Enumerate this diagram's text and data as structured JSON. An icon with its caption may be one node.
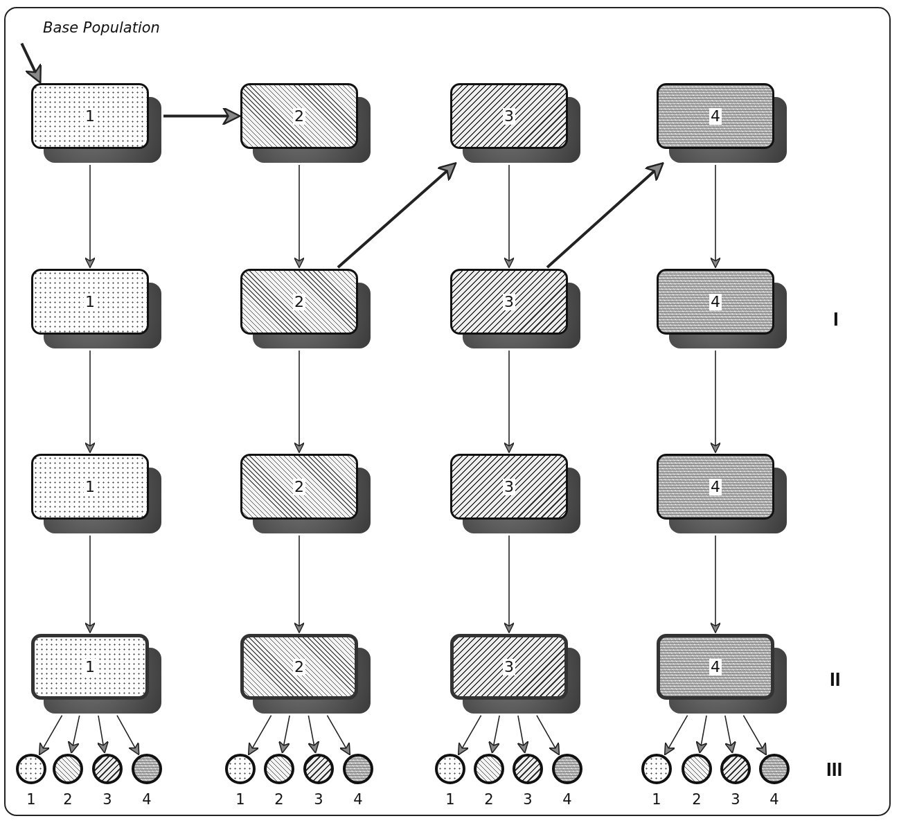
{
  "diagram": {
    "nodes": [
      {
        "text": [
          "Base Population"
        ]
      },
      {
        "text": [
          "1"
        ]
      },
      {
        "text": [
          "2"
        ]
      },
      {
        "text": [
          "3"
        ]
      },
      {
        "text": [
          "4"
        ]
      },
      {
        "text": [
          "1"
        ]
      },
      {
        "text": [
          "2"
        ]
      },
      {
        "text": [
          "3"
        ]
      },
      {
        "text": [
          "4"
        ]
      },
      {
        "text": [
          "1"
        ]
      },
      {
        "text": [
          "2"
        ]
      },
      {
        "text": [
          "3"
        ]
      },
      {
        "text": [
          "4"
        ]
      },
      {
        "text": [
          "1"
        ]
      },
      {
        "text": [
          "2"
        ]
      },
      {
        "text": [
          "3"
        ]
      },
      {
        "text": [
          "4"
        ]
      },
      {
        "text": [],
        "shape": "circle",
        "beside": [
          "1"
        ]
      },
      {
        "text": [],
        "shape": "circle",
        "beside": [
          "2"
        ]
      },
      {
        "text": [],
        "shape": "circle",
        "beside": [
          "3"
        ]
      },
      {
        "text": [],
        "shape": "circle",
        "beside": [
          "4"
        ]
      },
      {
        "text": [],
        "shape": "circle",
        "beside": [
          "1"
        ]
      },
      {
        "text": [],
        "shape": "circle",
        "beside": [
          "2"
        ]
      },
      {
        "text": [],
        "shape": "circle",
        "beside": [
          "3"
        ]
      },
      {
        "text": [],
        "shape": "circle",
        "beside": [
          "4"
        ]
      },
      {
        "text": [],
        "shape": "circle",
        "beside": [
          "1"
        ]
      },
      {
        "text": [],
        "shape": "circle",
        "beside": [
          "2"
        ]
      },
      {
        "text": [],
        "shape": "circle",
        "beside": [
          "3"
        ]
      },
      {
        "text": [],
        "shape": "circle",
        "beside": [
          "4"
        ]
      },
      {
        "text": [],
        "shape": "circle",
        "beside": [
          "1"
        ]
      },
      {
        "text": [],
        "shape": "circle",
        "beside": [
          "2"
        ]
      },
      {
        "text": [],
        "shape": "circle",
        "beside": [
          "3"
        ]
      },
      {
        "text": [],
        "shape": "circle",
        "beside": [
          "4"
        ]
      }
    ],
    "edges": [
      {
        "from": 0,
        "to": 1,
        "arrow": "to",
        "style": "thick"
      },
      {
        "from": 1,
        "to": 2,
        "arrow": "to",
        "style": "thick"
      },
      {
        "from": 6,
        "to": 3,
        "arrow": "to",
        "style": "thick"
      },
      {
        "from": 7,
        "to": 4,
        "arrow": "to",
        "style": "thick"
      },
      {
        "from": 1,
        "to": 5,
        "arrow": "to"
      },
      {
        "from": 2,
        "to": 6,
        "arrow": "to"
      },
      {
        "from": 3,
        "to": 7,
        "arrow": "to"
      },
      {
        "from": 4,
        "to": 8,
        "arrow": "to"
      },
      {
        "from": 5,
        "to": 9,
        "arrow": "to"
      },
      {
        "from": 6,
        "to": 10,
        "arrow": "to"
      },
      {
        "from": 7,
        "to": 11,
        "arrow": "to"
      },
      {
        "from": 8,
        "to": 12,
        "arrow": "to"
      },
      {
        "from": 9,
        "to": 13,
        "arrow": "to"
      },
      {
        "from": 10,
        "to": 14,
        "arrow": "to"
      },
      {
        "from": 11,
        "to": 15,
        "arrow": "to"
      },
      {
        "from": 12,
        "to": 16,
        "arrow": "to"
      },
      {
        "from": 13,
        "to": 17,
        "arrow": "to"
      },
      {
        "from": 13,
        "to": 18,
        "arrow": "to"
      },
      {
        "from": 13,
        "to": 19,
        "arrow": "to"
      },
      {
        "from": 13,
        "to": 20,
        "arrow": "to"
      },
      {
        "from": 14,
        "to": 21,
        "arrow": "to"
      },
      {
        "from": 14,
        "to": 22,
        "arrow": "to"
      },
      {
        "from": 14,
        "to": 23,
        "arrow": "to"
      },
      {
        "from": 14,
        "to": 24,
        "arrow": "to"
      },
      {
        "from": 15,
        "to": 25,
        "arrow": "to"
      },
      {
        "from": 15,
        "to": 26,
        "arrow": "to"
      },
      {
        "from": 15,
        "to": 27,
        "arrow": "to"
      },
      {
        "from": 15,
        "to": 28,
        "arrow": "to"
      },
      {
        "from": 16,
        "to": 29,
        "arrow": "to"
      },
      {
        "from": 16,
        "to": 30,
        "arrow": "to"
      },
      {
        "from": 16,
        "to": 31,
        "arrow": "to"
      },
      {
        "from": 16,
        "to": 32,
        "arrow": "to"
      }
    ],
    "labels": [
      "I",
      "II",
      "III"
    ]
  }
}
